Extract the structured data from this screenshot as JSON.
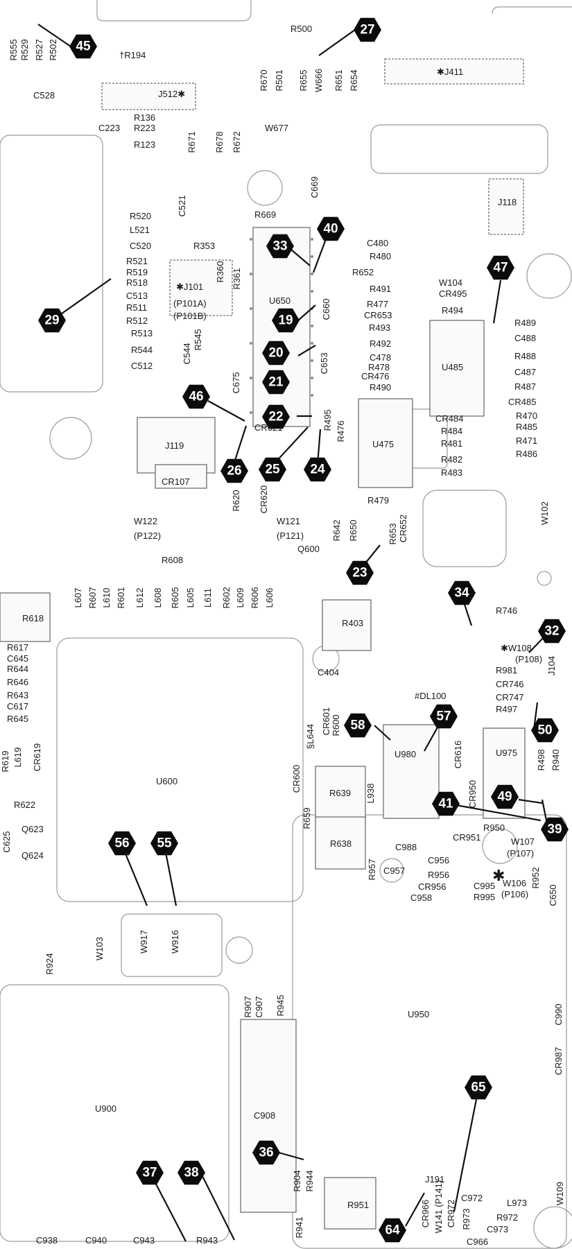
{
  "labels": [
    "R555",
    "R529",
    "R527",
    "R502",
    "C528",
    "†R194",
    "R500",
    "R670",
    "R501",
    "R655",
    "W666",
    "R651",
    "R654",
    "✱J411",
    "J512✱",
    "R136",
    "C223",
    "R223",
    "R123",
    "R671",
    "R678",
    "R672",
    "W677",
    "C669",
    "R669",
    "J118",
    "C521",
    "R520",
    "L521",
    "C520",
    "R353",
    "R521",
    "R519",
    "R518",
    "✱J101",
    "(P101A)",
    "(P101B)",
    "C513",
    "R511",
    "R512",
    "R513",
    "R544",
    "C512",
    "C544",
    "R545",
    "R360",
    "R361",
    "U650",
    "C660",
    "C675",
    "C653",
    "C480",
    "R480",
    "R652",
    "R491",
    "R477",
    "CR653",
    "R493",
    "R492",
    "C478",
    "R478",
    "CR476",
    "R490",
    "W104",
    "CR495",
    "R494",
    "U485",
    "R489",
    "C488",
    "R488",
    "C487",
    "R487",
    "CR485",
    "R470",
    "R485",
    "R471",
    "R486",
    "CR484",
    "R484",
    "R481",
    "R482",
    "R483",
    "U475",
    "R495",
    "R476",
    "J119",
    "CR621",
    "CR107",
    "R620",
    "CR620",
    "W122",
    "(P122)",
    "W121",
    "(P121)",
    "Q600",
    "R642",
    "R650",
    "R653",
    "CR652",
    "R479",
    "W102",
    "R608",
    "L607",
    "R607",
    "L610",
    "R601",
    "L612",
    "L608",
    "R605",
    "L605",
    "L611",
    "R602",
    "L609",
    "R606",
    "L606",
    "R618",
    "R403",
    "R746",
    "✱W108",
    "(P108)",
    "R981",
    "CR746",
    "CR747",
    "R497",
    "J104",
    "R617",
    "C645",
    "R644",
    "R646",
    "R643",
    "C617",
    "R645",
    "C404",
    "#DL100",
    "§L644",
    "CR601",
    "R600",
    "CR616",
    "U980",
    "U975",
    "R498",
    "R940",
    "R619",
    "L619",
    "CR619",
    "U600",
    "CR600",
    "R659",
    "R639",
    "L938",
    "CR950",
    "R950",
    "R622",
    "Q623",
    "C625",
    "Q624",
    "R638",
    "C988",
    "CR951",
    "W107",
    "(P107)",
    "R957",
    "C957",
    "C956",
    "R956",
    "CR956",
    "C958",
    "C995",
    "R995",
    "✱",
    "W106",
    "(P106)",
    "R952",
    "C650",
    "W917",
    "W916",
    "W103",
    "R924",
    "U950",
    "R907",
    "C907",
    "R945",
    "C990",
    "CR987",
    "U900",
    "C908",
    "R904",
    "R944",
    "J191",
    "R951",
    "C972",
    "L973",
    "R972",
    "C973",
    "CR966",
    "W141 (P141)",
    "CR972",
    "R973",
    "W109",
    "R941",
    "C938",
    "C940",
    "C943",
    "R943",
    "C966"
  ],
  "callouts": [
    "45",
    "27",
    "40",
    "33",
    "47",
    "29",
    "19",
    "20",
    "21",
    "46",
    "22",
    "26",
    "25",
    "24",
    "23",
    "34",
    "32",
    "58",
    "57",
    "50",
    "41",
    "49",
    "39",
    "56",
    "55",
    "65",
    "37",
    "38",
    "36",
    "64"
  ]
}
